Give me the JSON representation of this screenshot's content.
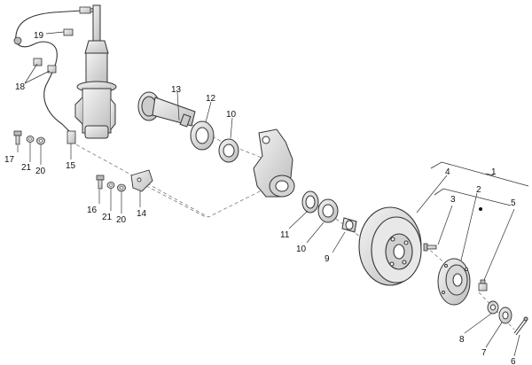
{
  "diagram": {
    "part_numbers": {
      "p1": "1",
      "p2": "2",
      "p3": "3",
      "p4": "4",
      "p5": "5",
      "p6": "6",
      "p7": "7",
      "p8": "8",
      "p9": "9",
      "p10a": "10",
      "p10b": "10",
      "p11": "11",
      "p12": "12",
      "p13": "13",
      "p14": "14",
      "p15": "15",
      "p16": "16",
      "p17": "17",
      "p18": "18",
      "p19": "19",
      "p20a": "20",
      "p20b": "20",
      "p21a": "21",
      "p21b": "21"
    }
  },
  "colors": {
    "line": "#333333",
    "part": "#e6e6e6",
    "part_dark": "#9a9a9a",
    "background": "#ffffff"
  }
}
